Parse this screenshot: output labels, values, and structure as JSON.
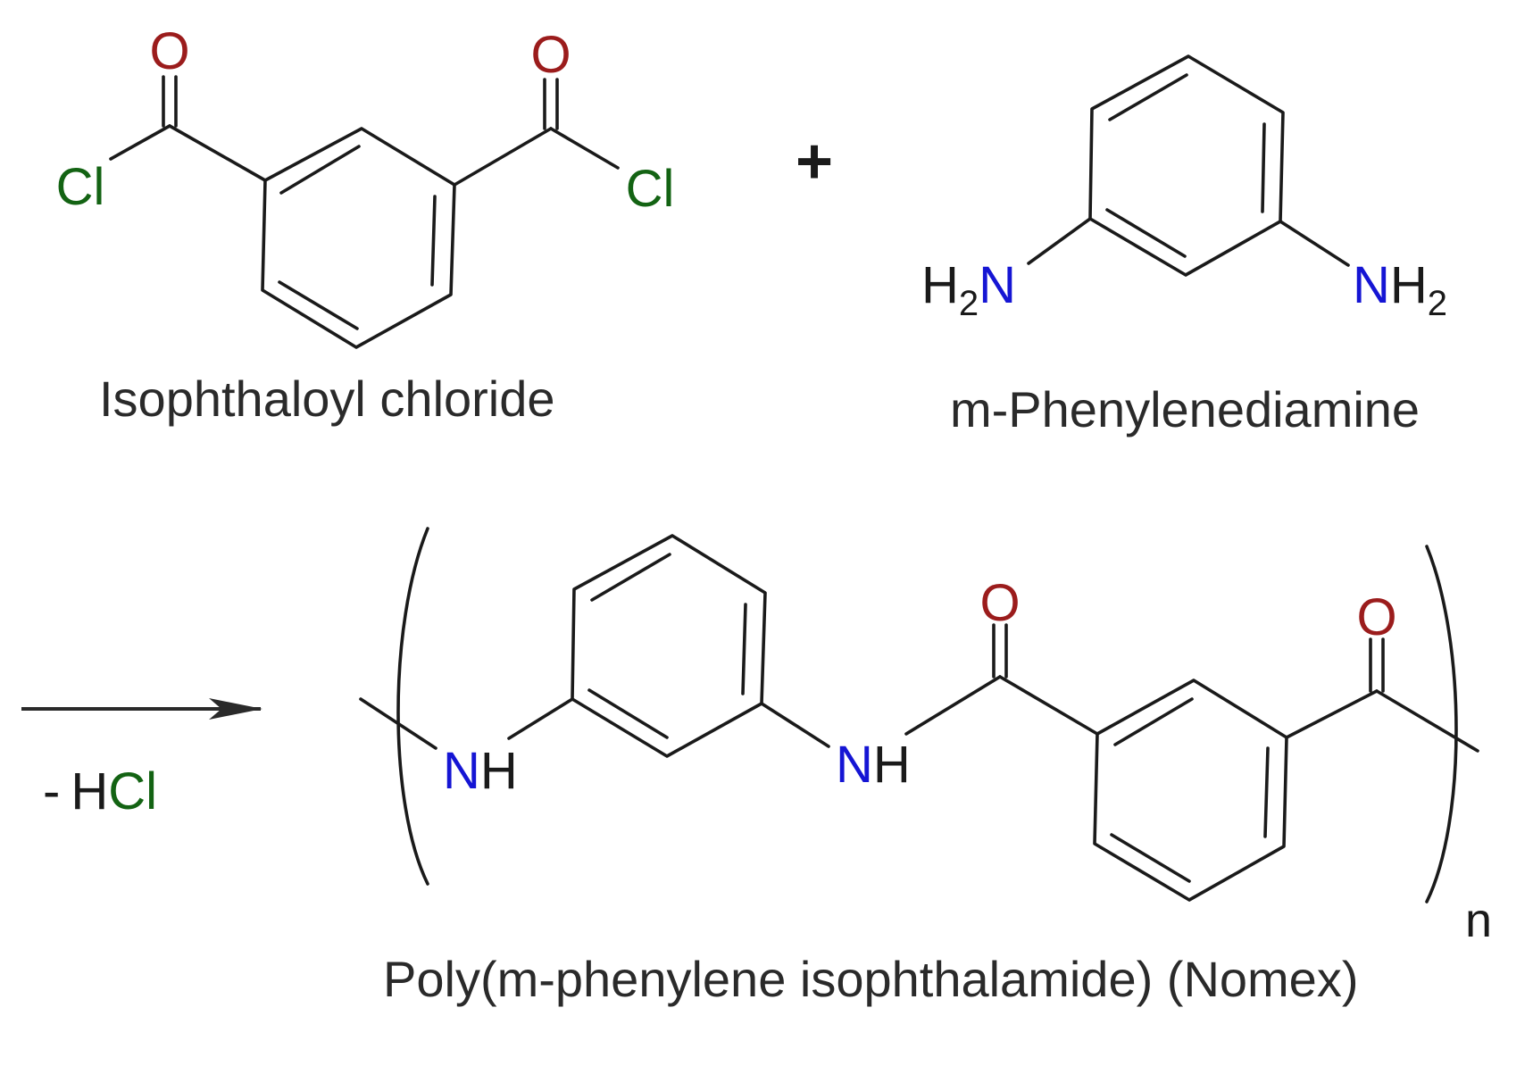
{
  "colors": {
    "oxygen": "#9b1c1c",
    "chlorine": "#136313",
    "nitrogen": "#1515d4",
    "hydrogen": "#1a1a1a",
    "bond": "#1a1a1a",
    "text": "#2a2a2a"
  },
  "reactant1": {
    "name": "Isophthaloyl chloride",
    "atoms": {
      "o1": "O",
      "o2": "O",
      "cl1": "Cl",
      "cl2": "Cl"
    }
  },
  "plus_sign": "+",
  "reactant2": {
    "name": "m-Phenylenediamine",
    "left_amine": {
      "h": "H",
      "sub": "2",
      "n": "N"
    },
    "right_amine": {
      "n": "N",
      "h": "H",
      "sub": "2"
    }
  },
  "reaction": {
    "byproduct": {
      "dash": "-",
      "h": "H",
      "cl": "Cl"
    }
  },
  "product": {
    "name": "Poly(m-phenylene isophthalamide) (Nomex)",
    "repeat_index": "n",
    "atoms": {
      "nh1": {
        "n": "N",
        "h": "H"
      },
      "nh2": {
        "n": "N",
        "h": "H"
      },
      "o1": "O",
      "o2": "O"
    }
  }
}
